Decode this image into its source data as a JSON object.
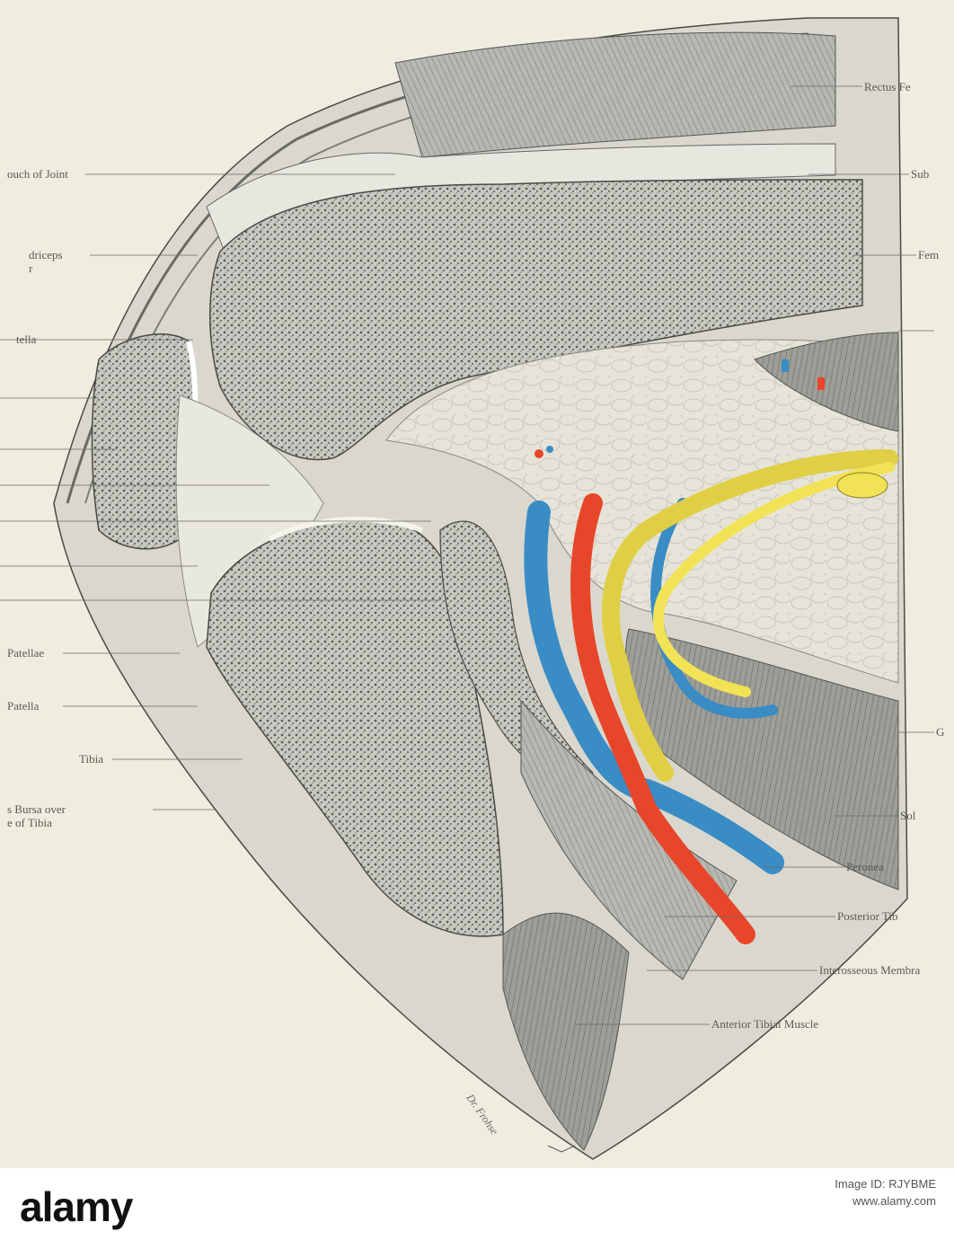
{
  "labels": {
    "rectus_femoris": "Rectus Fe",
    "pouch_of_joint": "ouch of Joint",
    "sub": "Sub",
    "quadriceps": "driceps",
    "quadriceps_2": "r",
    "fem": "Fem",
    "patella": "tella",
    "patellae": "Patellae",
    "patella_2": "Patella",
    "tibia": "Tibia",
    "bursa_1": "s Bursa over",
    "bursa_2": "e of Tibia",
    "sol": "Sol",
    "peroneal": "Peronea",
    "posterior_tibial": "Posterior Tib",
    "interosseous": "Interosseous Membra",
    "anterior_tibial": "Anterior Tibial Muscle",
    "g": "G"
  },
  "signature": "Dr. Frohse",
  "footer": {
    "brand": "alamy",
    "image_id_label": "Image ID: RJYBME",
    "url": "www.alamy.com"
  },
  "colors": {
    "artery": "#e8462a",
    "vein": "#3a8cc4",
    "nerve": "#f2e255",
    "bone": "#a3a39c",
    "background": "#efece0"
  }
}
